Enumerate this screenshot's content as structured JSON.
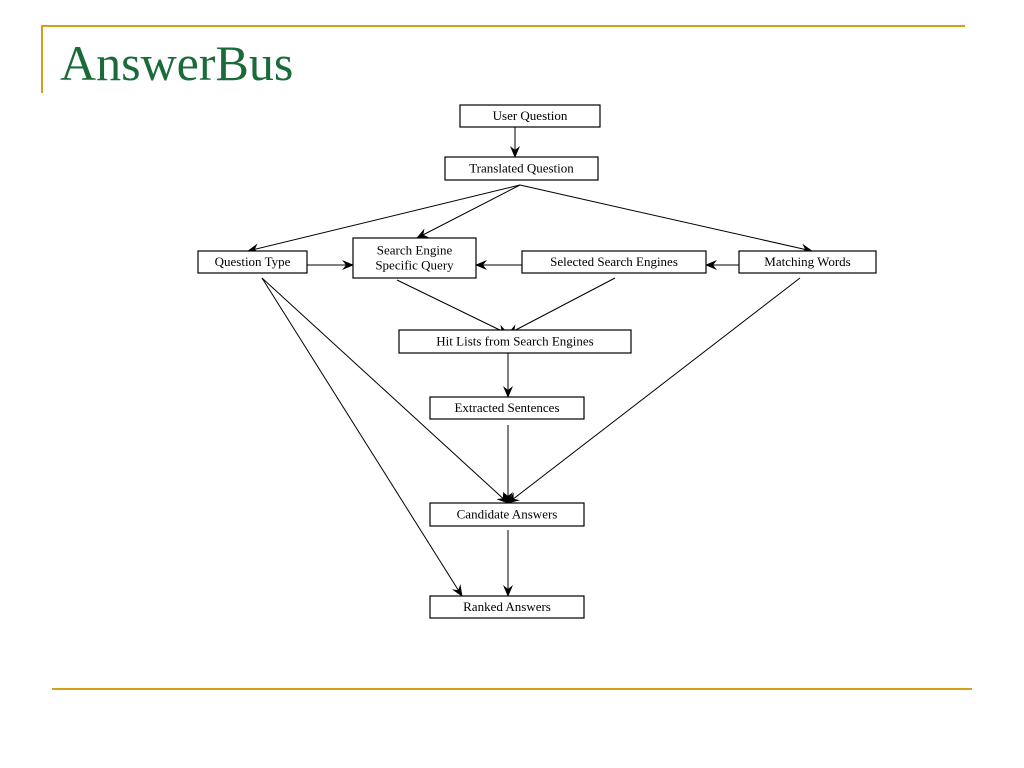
{
  "slide": {
    "title": "AnswerBus",
    "accent_color": "#d4a017",
    "title_color": "#1b6b3a"
  },
  "diagram": {
    "nodes": [
      {
        "id": "user_question",
        "label": [
          "User Question"
        ]
      },
      {
        "id": "translated_question",
        "label": [
          "Translated Question"
        ]
      },
      {
        "id": "question_type",
        "label": [
          "Question Type"
        ]
      },
      {
        "id": "search_engine_query",
        "label": [
          "Search Engine",
          "Specific Query"
        ]
      },
      {
        "id": "selected_search_engines",
        "label": [
          "Selected Search Engines"
        ]
      },
      {
        "id": "matching_words",
        "label": [
          "Matching Words"
        ]
      },
      {
        "id": "hit_lists",
        "label": [
          "Hit Lists from Search Engines"
        ]
      },
      {
        "id": "extracted_sentences",
        "label": [
          "Extracted Sentences"
        ]
      },
      {
        "id": "candidate_answers",
        "label": [
          "Candidate Answers"
        ]
      },
      {
        "id": "ranked_answers",
        "label": [
          "Ranked Answers"
        ]
      }
    ],
    "edges": [
      {
        "from": "user_question",
        "to": "translated_question"
      },
      {
        "from": "translated_question",
        "to": "question_type"
      },
      {
        "from": "translated_question",
        "to": "search_engine_query"
      },
      {
        "from": "translated_question",
        "to": "matching_words"
      },
      {
        "from": "question_type",
        "to": "search_engine_query"
      },
      {
        "from": "selected_search_engines",
        "to": "search_engine_query"
      },
      {
        "from": "matching_words",
        "to": "selected_search_engines"
      },
      {
        "from": "search_engine_query",
        "to": "hit_lists"
      },
      {
        "from": "selected_search_engines",
        "to": "hit_lists"
      },
      {
        "from": "hit_lists",
        "to": "extracted_sentences"
      },
      {
        "from": "extracted_sentences",
        "to": "candidate_answers"
      },
      {
        "from": "question_type",
        "to": "candidate_answers"
      },
      {
        "from": "matching_words",
        "to": "candidate_answers"
      },
      {
        "from": "question_type",
        "to": "ranked_answers"
      },
      {
        "from": "candidate_answers",
        "to": "ranked_answers"
      }
    ]
  }
}
